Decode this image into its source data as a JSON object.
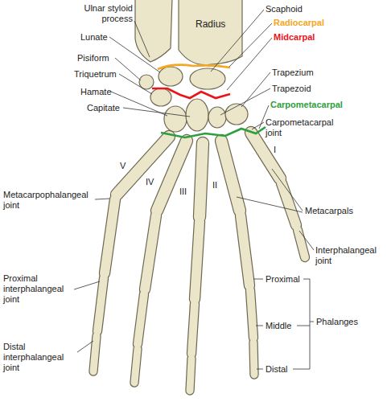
{
  "diagram": {
    "labels": [
      "Ulnar styloid process",
      "Radius",
      "Scaphoid",
      "Radiocarpal",
      "Midcarpal",
      "Lunate",
      "Pisiform",
      "Triquetrum",
      "Trapezium",
      "Hamate",
      "Trapezoid",
      "Carpometacarpal",
      "Capitate",
      "Carpometacarpal joint",
      "I",
      "Metacarpophalangeal joint",
      "V",
      "IV",
      "III",
      "II",
      "Metacarpals",
      "Interphalangeal joint",
      "Proximal interphalangeal joint",
      "Proximal",
      "Middle",
      "Phalanges",
      "Distal interphalangeal joint",
      "Distal"
    ]
  }
}
